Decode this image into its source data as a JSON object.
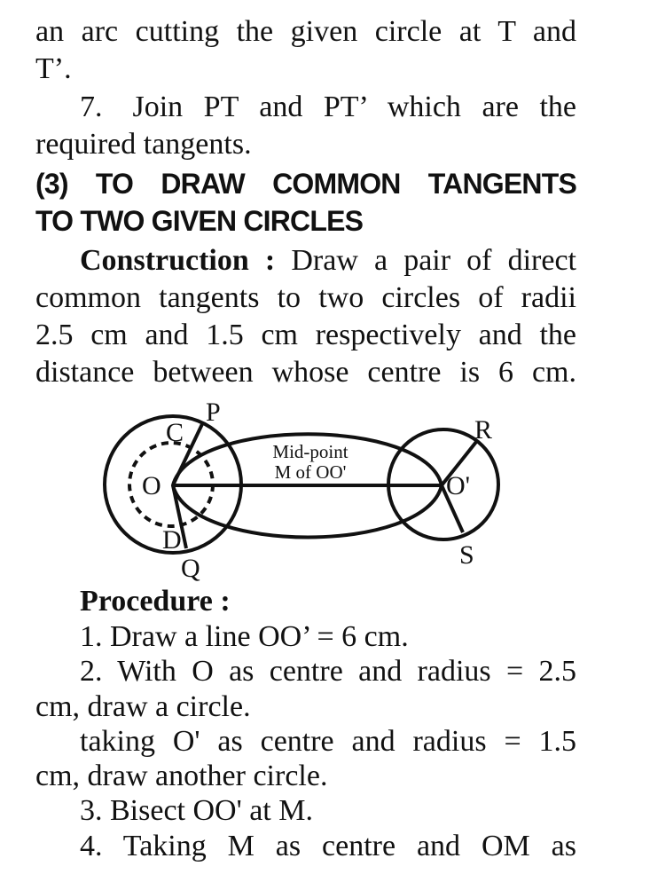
{
  "lines_top": [
    "an arc cutting the given circle at T and",
    "T’.",
    "7. Join PT and PT’ which are the",
    "required tangents."
  ],
  "heading": [
    "(3) TO DRAW COMMON TANGENTS",
    "TO TWO GIVEN CIRCLES"
  ],
  "construction": {
    "label": "Construction :",
    "first": "Draw a pair of direct",
    "rest": [
      "common tangents to two circles of radii",
      "2.5 cm and 1.5 cm respectively and the",
      "distance between whose centre is 6 cm."
    ]
  },
  "diagram": {
    "labels": {
      "P": "P",
      "C": "C",
      "O": "O",
      "D": "D",
      "Q": "Q",
      "R": "R",
      "O2": "O'",
      "S": "S"
    },
    "mid1": "Mid-point",
    "mid2": "M of OO'"
  },
  "procedure": {
    "title": "Procedure :",
    "lines": [
      "1. Draw a line OO’ = 6 cm.",
      "2. With O as centre and radius = 2.5",
      "cm, draw a circle.",
      "taking O' as centre and radius = 1.5",
      "cm, draw another circle.",
      "3. Bisect OO' at M.",
      "4. Taking M as centre and OM as"
    ]
  }
}
